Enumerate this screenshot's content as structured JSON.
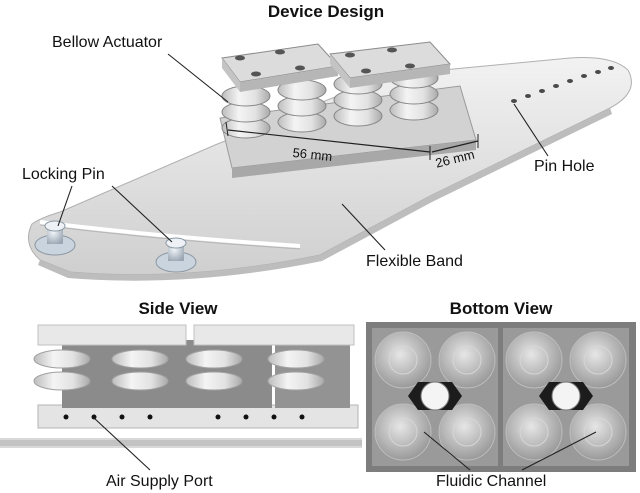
{
  "titles": {
    "main": "Device Design",
    "side": "Side View",
    "bottom": "Bottom View"
  },
  "labels": {
    "bellow_actuator": "Bellow Actuator",
    "locking_pin": "Locking Pin",
    "pin_hole": "Pin Hole",
    "flexible_band": "Flexible Band",
    "air_supply_port": "Air Supply Port",
    "fluidic_channel": "Fluidic Channel"
  },
  "dimensions": {
    "length": "56 mm",
    "width": "26 mm"
  },
  "colors": {
    "band": "#dcdcdc",
    "bellow": "#e6e6e6",
    "shadow": "#8c8c8c",
    "bottom_bg": "#7d7d7d"
  }
}
